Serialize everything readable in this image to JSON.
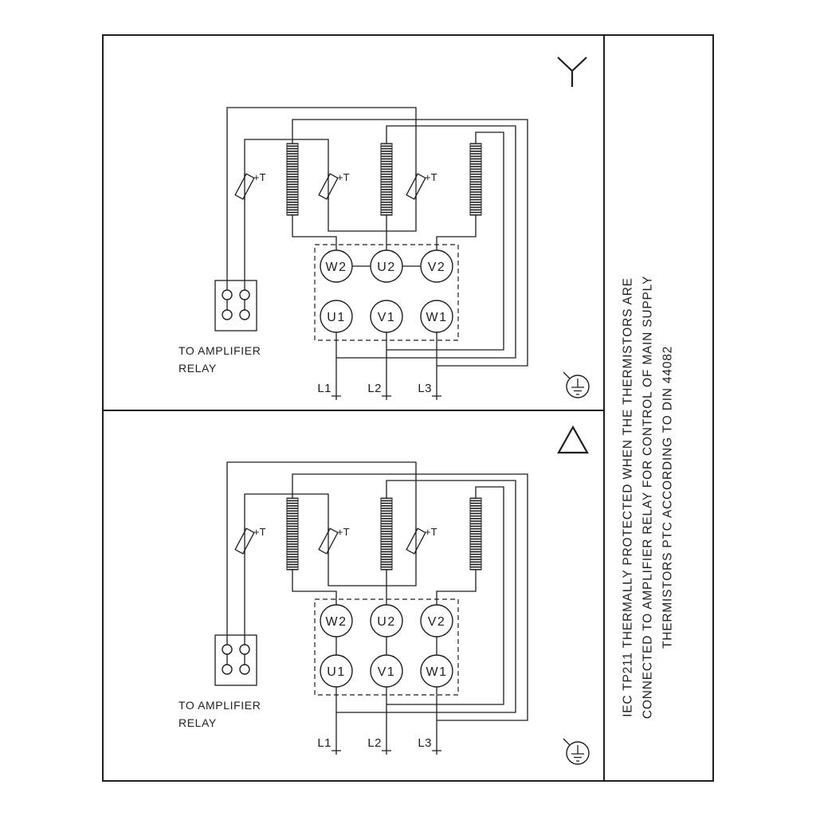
{
  "sidebar": {
    "lines": [
      "IEC TP211 THERMALLY PROTECTED WHEN THE THERMISTORS ARE",
      "CONNECTED TO AMPLIFIER RELAY FOR CONTROL OF MAIN SUPPLY",
      "THERMISTORS PTC ACCORDING TO DIN 44082"
    ]
  },
  "panels": {
    "top": {
      "connection": "star",
      "symbol_icon": "star-icon"
    },
    "bottom": {
      "connection": "delta",
      "symbol_icon": "delta-icon"
    }
  },
  "diagram": {
    "terminal_top": [
      "W2",
      "U2",
      "V2"
    ],
    "terminal_bottom": [
      "U1",
      "V1",
      "W1"
    ],
    "supply": [
      "L1",
      "L2",
      "L3"
    ],
    "thermistor_label": "+T",
    "relay_caption": [
      "TO AMPLIFIER",
      "RELAY"
    ],
    "colors": {
      "line": "#1e1e1e",
      "background": "#ffffff"
    }
  }
}
